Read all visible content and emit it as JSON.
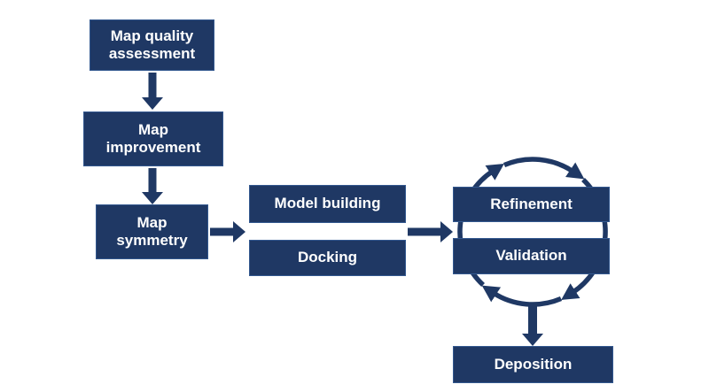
{
  "diagram": {
    "title": "model building workflow flowchart",
    "type": "flowchart",
    "colors": {
      "box_fill": "#1f3864",
      "box_border": "#33588f",
      "arrow": "#1f3864",
      "text": "#ffffff",
      "background": "#ffffff"
    },
    "nodes": [
      {
        "id": "map-quality-assessment",
        "label": "Map quality\nassessment"
      },
      {
        "id": "map-improvement",
        "label": "Map\nimprovement"
      },
      {
        "id": "map-symmetry",
        "label": "Map\nsymmetry"
      },
      {
        "id": "model-building",
        "label": "Model building"
      },
      {
        "id": "docking",
        "label": "Docking"
      },
      {
        "id": "refinement",
        "label": "Refinement"
      },
      {
        "id": "validation",
        "label": "Validation"
      },
      {
        "id": "deposition",
        "label": "Deposition"
      }
    ],
    "edges": [
      {
        "from": "map-quality-assessment",
        "to": "map-improvement"
      },
      {
        "from": "map-improvement",
        "to": "map-symmetry"
      },
      {
        "from": "map-symmetry",
        "to": "model-building / docking"
      },
      {
        "from": "model-building / docking",
        "to": "refinement / validation"
      },
      {
        "from": "refinement / validation",
        "to": "deposition"
      }
    ],
    "cycle": {
      "around": [
        "refinement",
        "validation"
      ],
      "direction": "clockwise",
      "arrowhead_count": 4
    }
  }
}
